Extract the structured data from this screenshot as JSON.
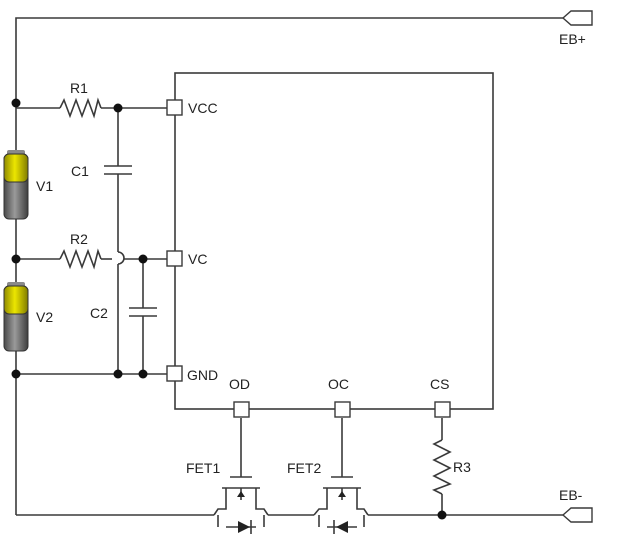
{
  "terminals": {
    "pos": "EB+",
    "neg": "EB-"
  },
  "resistors": {
    "r1": "R1",
    "r2": "R2",
    "r3": "R3"
  },
  "capacitors": {
    "c1": "C1",
    "c2": "C2"
  },
  "batteries": {
    "v1": "V1",
    "v2": "V2"
  },
  "ic_pins": {
    "vcc": "VCC",
    "vc": "VC",
    "gnd": "GND",
    "od": "OD",
    "oc": "OC",
    "cs": "CS"
  },
  "fets": {
    "fet1": "FET1",
    "fet2": "FET2"
  },
  "colors": {
    "wire": "#3a3a3a",
    "battery_cap": "#c8c200",
    "battery_body": "#6e6e6e",
    "node": "#111111"
  }
}
